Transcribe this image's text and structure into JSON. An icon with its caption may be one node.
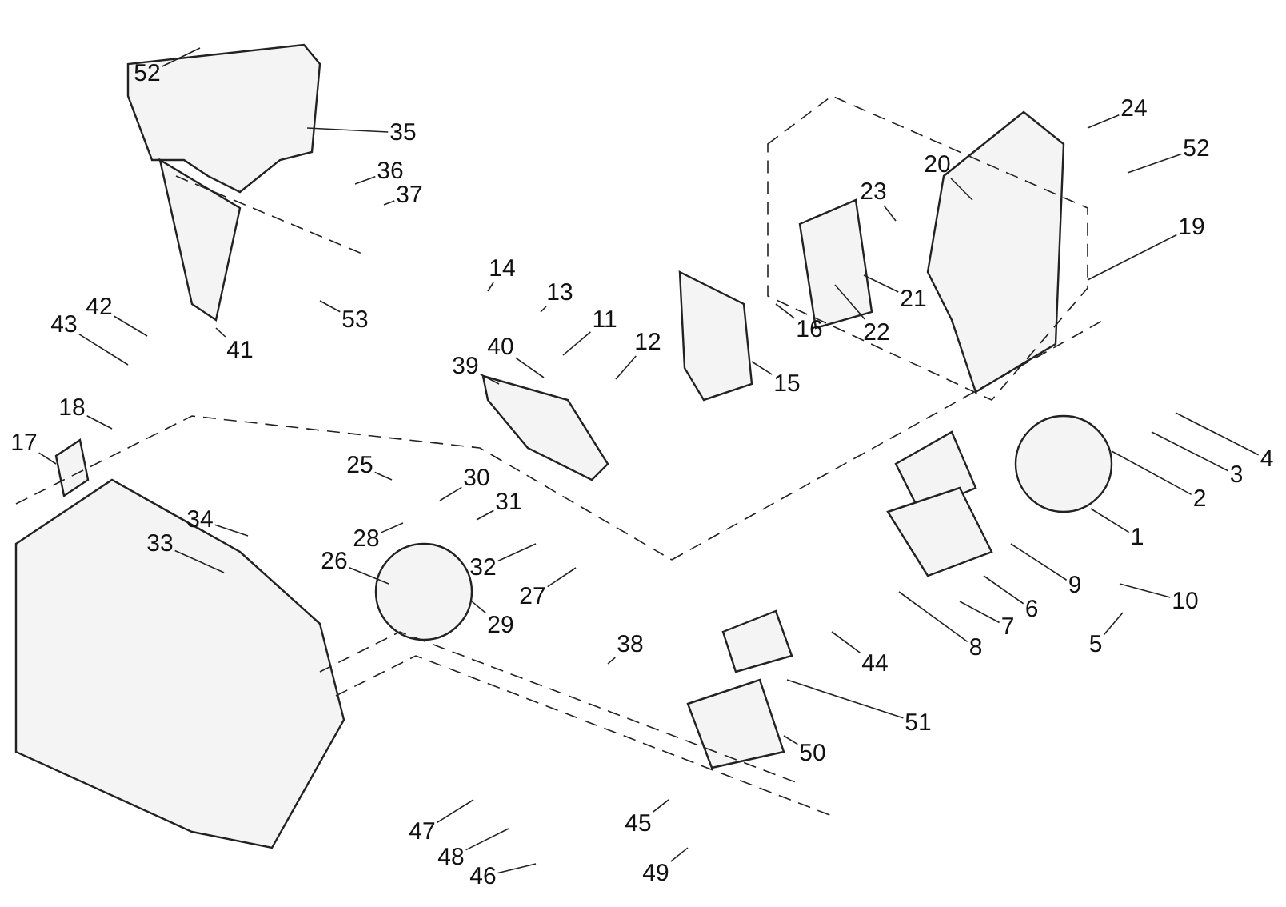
{
  "diagram": {
    "nodes": [
      {
        "text": [
          "52"
        ]
      },
      {
        "text": [
          "24"
        ]
      },
      {
        "text": [
          "52"
        ]
      },
      {
        "text": [
          "35"
        ]
      },
      {
        "text": [
          "36"
        ]
      },
      {
        "text": [
          "20"
        ]
      },
      {
        "text": [
          "37"
        ]
      },
      {
        "text": [
          "23"
        ]
      },
      {
        "text": [
          "19"
        ]
      },
      {
        "text": [
          "14"
        ]
      },
      {
        "text": [
          "13"
        ]
      },
      {
        "text": [
          "21"
        ]
      },
      {
        "text": [
          "16"
        ]
      },
      {
        "text": [
          "22"
        ]
      },
      {
        "text": [
          "53"
        ]
      },
      {
        "text": [
          "11"
        ]
      },
      {
        "text": [
          "40"
        ]
      },
      {
        "text": [
          "12"
        ]
      },
      {
        "text": [
          "41"
        ]
      },
      {
        "text": [
          "42"
        ]
      },
      {
        "text": [
          "43"
        ]
      },
      {
        "text": [
          "39"
        ]
      },
      {
        "text": [
          "15"
        ]
      },
      {
        "text": [
          "18"
        ]
      },
      {
        "text": [
          "17"
        ]
      },
      {
        "text": [
          "4"
        ]
      },
      {
        "text": [
          "25"
        ]
      },
      {
        "text": [
          "3"
        ]
      },
      {
        "text": [
          "30"
        ]
      },
      {
        "text": [
          "2"
        ]
      },
      {
        "text": [
          "34"
        ]
      },
      {
        "text": [
          "31"
        ]
      },
      {
        "text": [
          "28"
        ]
      },
      {
        "text": [
          "33"
        ]
      },
      {
        "text": [
          "26"
        ]
      },
      {
        "text": [
          "32"
        ]
      },
      {
        "text": [
          "1"
        ]
      },
      {
        "text": [
          "9"
        ]
      },
      {
        "text": [
          "10"
        ]
      },
      {
        "text": [
          "27"
        ]
      },
      {
        "text": [
          "6"
        ]
      },
      {
        "text": [
          "7"
        ]
      },
      {
        "text": [
          "5"
        ]
      },
      {
        "text": [
          "29"
        ]
      },
      {
        "text": [
          "8"
        ]
      },
      {
        "text": [
          "38"
        ]
      },
      {
        "text": [
          "44"
        ]
      },
      {
        "text": [
          "51"
        ]
      },
      {
        "text": [
          "50"
        ]
      },
      {
        "text": [
          "45"
        ]
      },
      {
        "text": [
          "47"
        ]
      },
      {
        "text": [
          "48"
        ]
      },
      {
        "text": [
          "46"
        ]
      },
      {
        "text": [
          "49"
        ]
      }
    ],
    "edges": [
      {
        "from": 0,
        "to": null,
        "arrow": "none"
      },
      {
        "from": 1,
        "to": null,
        "arrow": "none"
      },
      {
        "from": 2,
        "to": null,
        "arrow": "none"
      },
      {
        "from": 3,
        "to": null,
        "arrow": "none"
      },
      {
        "from": 4,
        "to": null,
        "arrow": "none"
      },
      {
        "from": 5,
        "to": null,
        "arrow": "none"
      },
      {
        "from": 6,
        "to": null,
        "arrow": "none"
      },
      {
        "from": 7,
        "to": null,
        "arrow": "none"
      },
      {
        "from": 8,
        "to": null,
        "arrow": "none"
      },
      {
        "from": 9,
        "to": null,
        "arrow": "none"
      },
      {
        "from": 10,
        "to": null,
        "arrow": "none"
      },
      {
        "from": 11,
        "to": null,
        "arrow": "none"
      },
      {
        "from": 12,
        "to": null,
        "arrow": "none"
      },
      {
        "from": 13,
        "to": null,
        "arrow": "none"
      },
      {
        "from": 14,
        "to": null,
        "arrow": "none"
      },
      {
        "from": 15,
        "to": null,
        "arrow": "none"
      },
      {
        "from": 16,
        "to": null,
        "arrow": "none"
      },
      {
        "from": 17,
        "to": null,
        "arrow": "none"
      },
      {
        "from": 18,
        "to": null,
        "arrow": "none"
      },
      {
        "from": 19,
        "to": null,
        "arrow": "none"
      },
      {
        "from": 20,
        "to": null,
        "arrow": "none"
      },
      {
        "from": 21,
        "to": null,
        "arrow": "none"
      },
      {
        "from": 22,
        "to": null,
        "arrow": "none"
      },
      {
        "from": 23,
        "to": null,
        "arrow": "none"
      },
      {
        "from": 24,
        "to": null,
        "arrow": "none"
      },
      {
        "from": 25,
        "to": null,
        "arrow": "none"
      },
      {
        "from": 26,
        "to": null,
        "arrow": "none"
      },
      {
        "from": 27,
        "to": null,
        "arrow": "none"
      },
      {
        "from": 28,
        "to": null,
        "arrow": "none"
      },
      {
        "from": 29,
        "to": null,
        "arrow": "none"
      },
      {
        "from": 30,
        "to": null,
        "arrow": "none"
      },
      {
        "from": 31,
        "to": null,
        "arrow": "none"
      },
      {
        "from": 32,
        "to": null,
        "arrow": "none"
      },
      {
        "from": 33,
        "to": null,
        "arrow": "none"
      },
      {
        "from": 34,
        "to": null,
        "arrow": "none"
      },
      {
        "from": 35,
        "to": null,
        "arrow": "none"
      },
      {
        "from": 36,
        "to": null,
        "arrow": "none"
      },
      {
        "from": 37,
        "to": null,
        "arrow": "none"
      },
      {
        "from": 38,
        "to": null,
        "arrow": "none"
      },
      {
        "from": 39,
        "to": null,
        "arrow": "none"
      },
      {
        "from": 40,
        "to": null,
        "arrow": "none"
      },
      {
        "from": 41,
        "to": null,
        "arrow": "none"
      },
      {
        "from": 42,
        "to": null,
        "arrow": "none"
      },
      {
        "from": 43,
        "to": null,
        "arrow": "none"
      },
      {
        "from": 44,
        "to": null,
        "arrow": "none"
      },
      {
        "from": 45,
        "to": null,
        "arrow": "none"
      },
      {
        "from": 46,
        "to": null,
        "arrow": "none"
      },
      {
        "from": 47,
        "to": null,
        "arrow": "none"
      },
      {
        "from": 48,
        "to": null,
        "arrow": "none"
      },
      {
        "from": 49,
        "to": null,
        "arrow": "none"
      },
      {
        "from": 50,
        "to": null,
        "arrow": "none"
      },
      {
        "from": 51,
        "to": null,
        "arrow": "none"
      },
      {
        "from": 52,
        "to": null,
        "arrow": "none"
      },
      {
        "from": 53,
        "to": null,
        "arrow": "none"
      }
    ]
  }
}
